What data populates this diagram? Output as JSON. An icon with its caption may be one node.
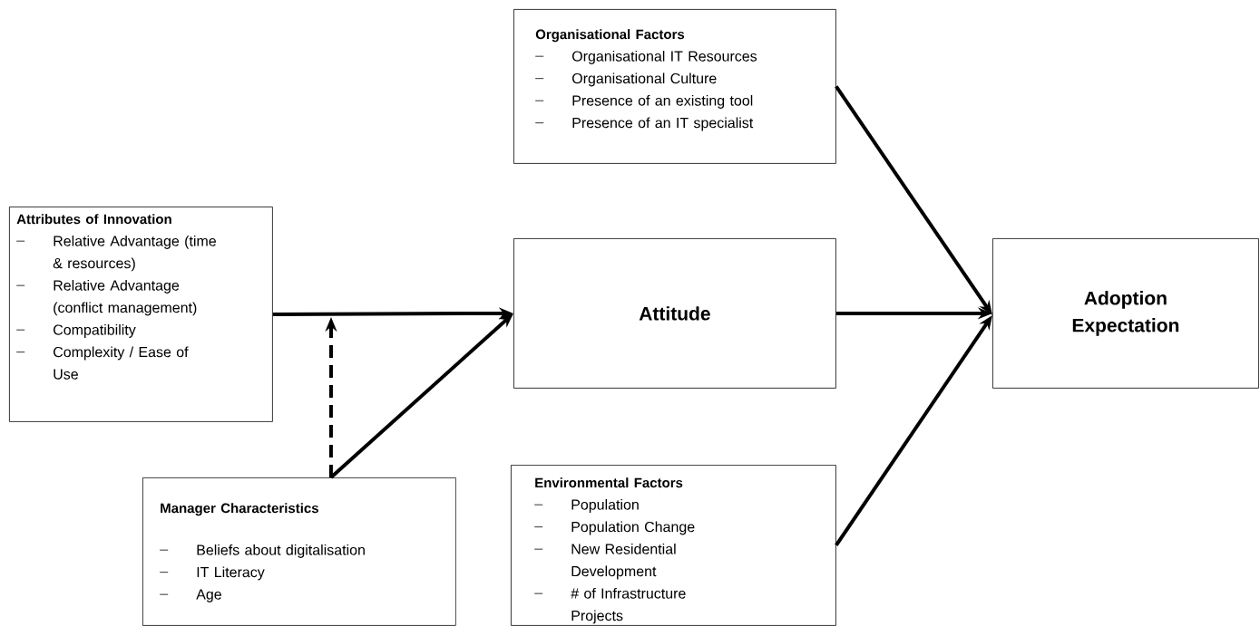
{
  "diagram": {
    "nodes": [
      {
        "text": [
          "Organisational Factors",
          "Organisational IT Resources",
          "Organisational Culture",
          "Presence of an existing tool",
          "Presence of an IT specialist"
        ]
      },
      {
        "text": [
          "Attributes of Innovation",
          "Relative Advantage (time & resources)",
          "Relative Advantage (conflict management)",
          "Compatibility",
          "Complexity / Ease of Use"
        ]
      },
      {
        "text": [
          "Attitude"
        ]
      },
      {
        "text": [
          "Adoption Expectation"
        ]
      },
      {
        "text": [
          "Manager Characteristics",
          "Beliefs about digitalisation",
          "IT Literacy",
          "Age"
        ]
      },
      {
        "text": [
          "Environmental Factors",
          "Population",
          "Population Change",
          "New Residential Development",
          "# of Infrastructure Projects"
        ]
      }
    ],
    "edges": [
      {
        "from": 1,
        "to": 2,
        "arrow": "to"
      },
      {
        "from": 4,
        "to": 2,
        "arrow": "to"
      },
      {
        "from": 4,
        "to": null,
        "arrow": "to",
        "style": "dashed"
      },
      {
        "from": 0,
        "to": 3,
        "arrow": "to"
      },
      {
        "from": 2,
        "to": 3,
        "arrow": "to"
      },
      {
        "from": 5,
        "to": 3,
        "arrow": "to"
      }
    ]
  }
}
